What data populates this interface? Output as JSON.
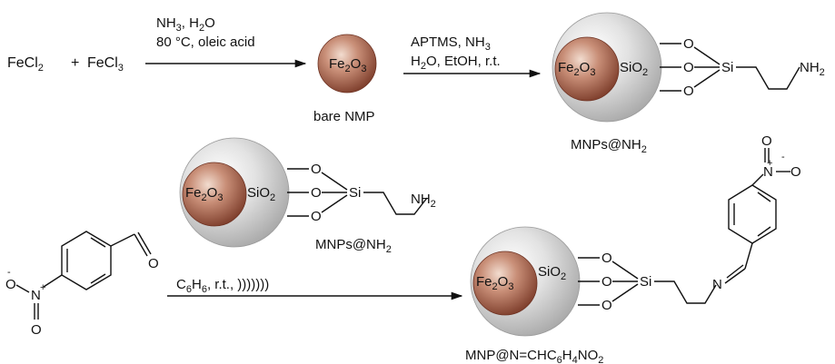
{
  "reaction1": {
    "reactant_a": "FeCl",
    "reactant_a_sub": "2",
    "plus": "+",
    "reactant_b": "FeCl",
    "reactant_b_sub": "3",
    "cond_line1": "NH",
    "cond_line1_sub": "3",
    "cond_line1_tail": ", H",
    "cond_line1_sub2": "2",
    "cond_line1_end": "O",
    "cond_line2": "80 °C, oleic acid"
  },
  "bare_nmp": {
    "label": "bare NMP"
  },
  "reaction2": {
    "cond_line1": "APTMS, NH",
    "cond_line1_sub": "3",
    "cond_line2_a": "H",
    "cond_line2_sub": "2",
    "cond_line2_b": "O, EtOH, r.t."
  },
  "particle": {
    "core": "Fe",
    "core_sub1": "2",
    "core_o": "O",
    "core_sub2": "3",
    "shell": "SiO",
    "shell_sub": "2",
    "oxygen": "O",
    "silicon": "Si",
    "amine": "NH",
    "amine_sub": "2",
    "core_color": "#b86e55",
    "shell_color": "#d9d9d9"
  },
  "label_mnps_nh2": {
    "text": "MNPs@NH",
    "sub": "2"
  },
  "nitrobenzaldehyde": {
    "o_minus": "O",
    "minus": "-",
    "n_plus": "N",
    "plus": "+",
    "o": "O",
    "aldehyde_o": "O"
  },
  "reaction3": {
    "cond_a": "C",
    "cond_sub1": "6",
    "cond_b": "H",
    "cond_sub2": "6",
    "cond_c": ", r.t., )))))))"
  },
  "product": {
    "imine_n": "N",
    "nitro_o1": "O",
    "nitro_plus": "+",
    "nitro_n": "N",
    "nitro_minus": "-",
    "nitro_o2": "O",
    "label": "MNP@N=CHC",
    "label_sub1": "6",
    "label_b": "H",
    "label_sub2": "4",
    "label_c": "NO",
    "label_sub3": "2"
  }
}
